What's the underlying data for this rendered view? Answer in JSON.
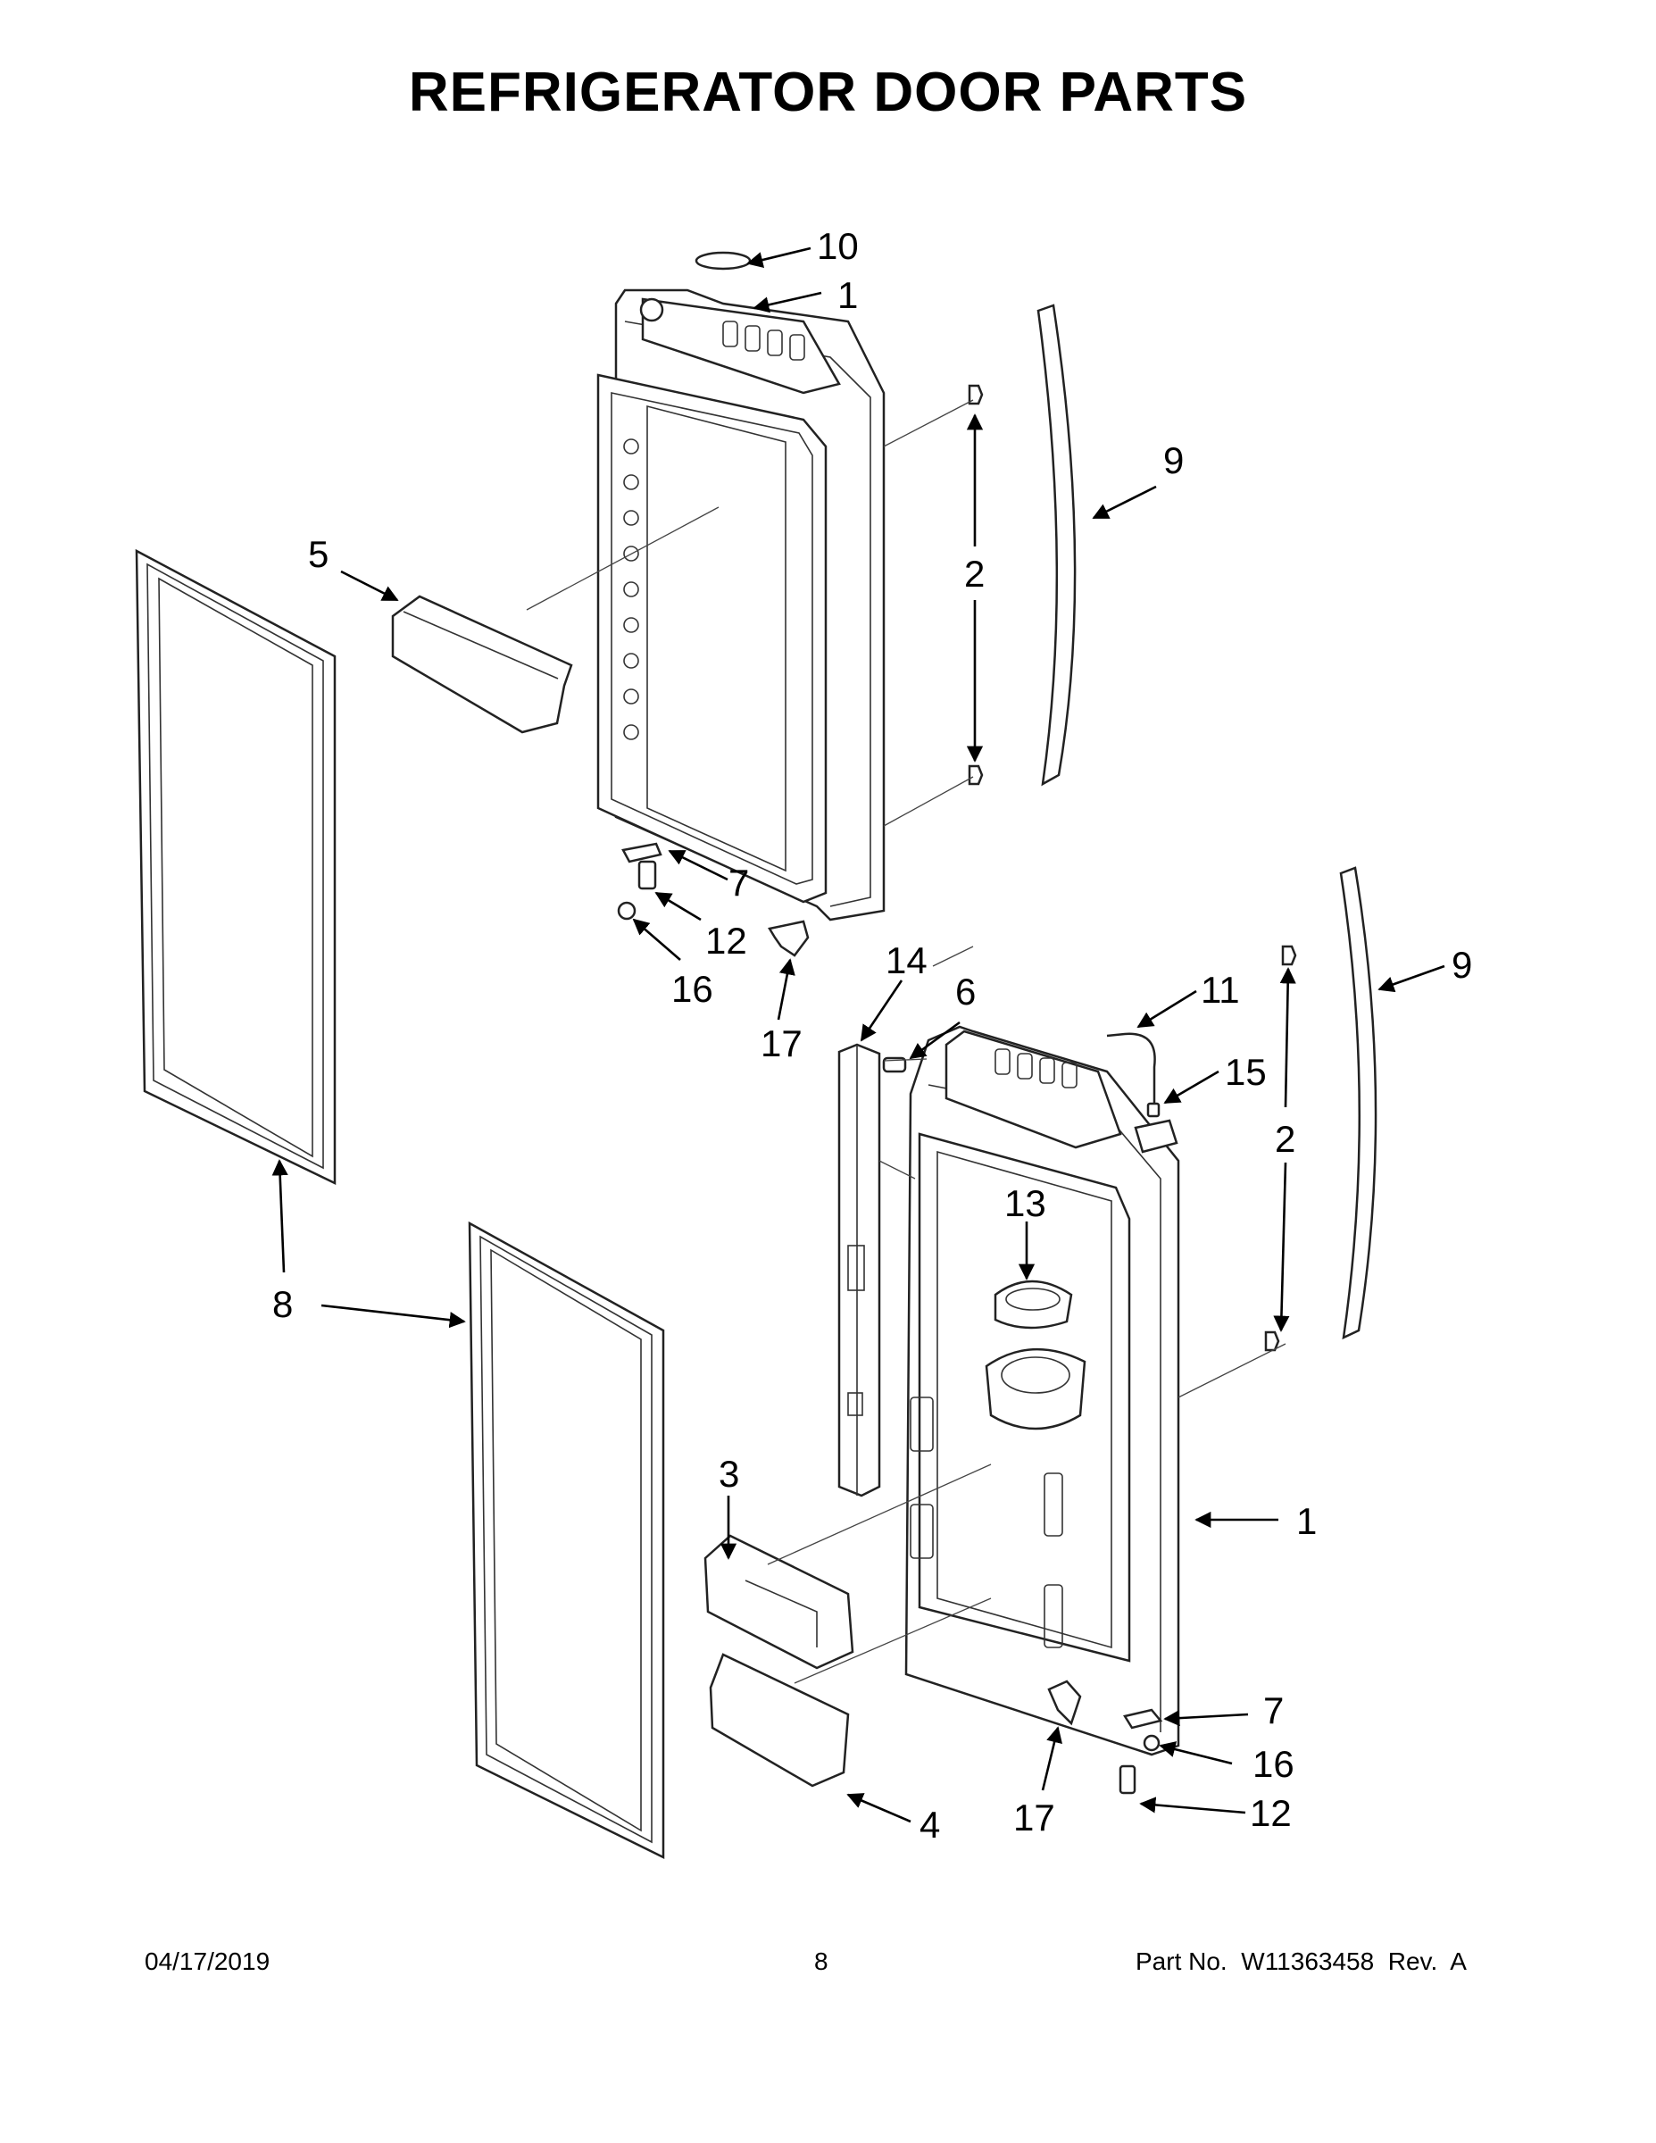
{
  "title": "REFRIGERATOR DOOR PARTS",
  "callouts": [
    "10",
    "1",
    "9",
    "5",
    "2",
    "7",
    "12",
    "16",
    "17",
    "14",
    "6",
    "11",
    "9",
    "15",
    "2",
    "13",
    "8",
    "3",
    "1",
    "7",
    "16",
    "4",
    "17",
    "12"
  ],
  "footer": {
    "date": "04/17/2019",
    "page": "8",
    "part_no": "Part No.  W11363458  Rev.  A"
  }
}
